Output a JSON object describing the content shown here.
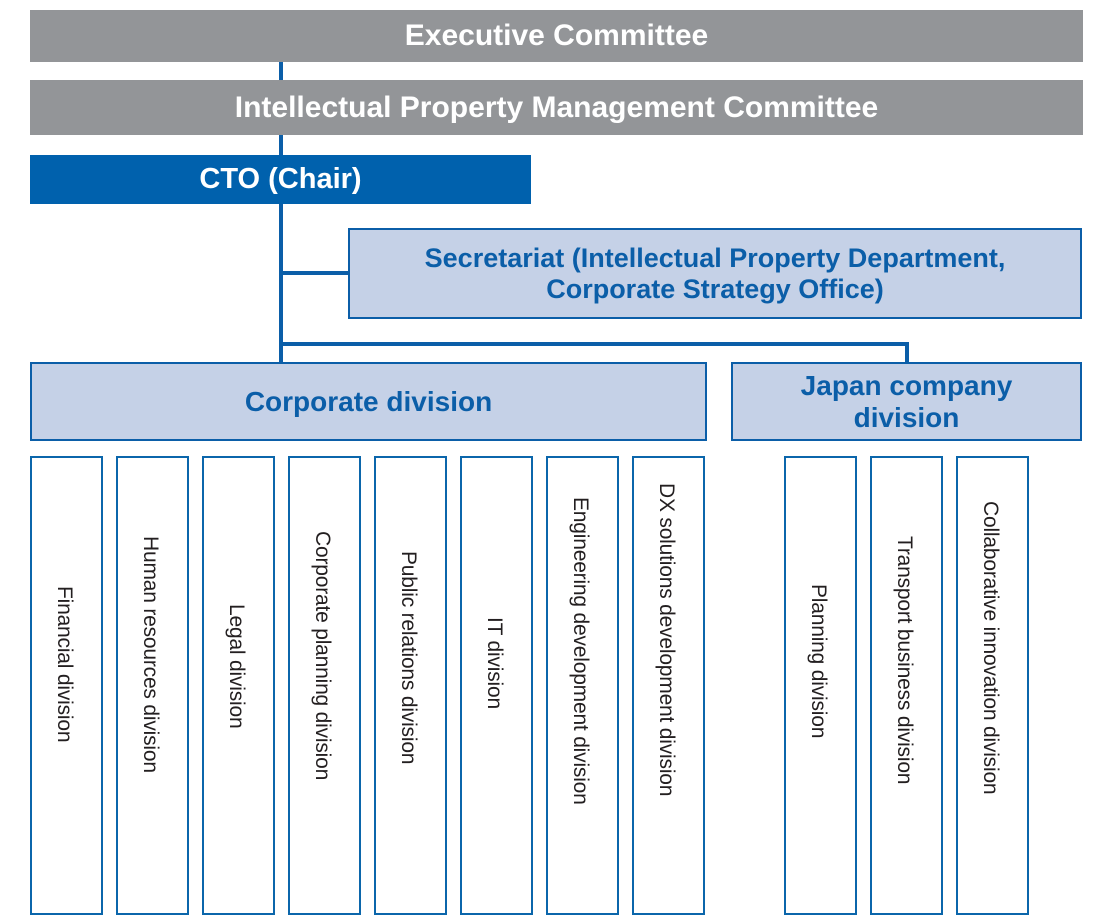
{
  "chart_data": {
    "type": "diagram",
    "title": "Intellectual Property Management Organization Chart",
    "nodes": [
      {
        "id": "executive-committee",
        "label": "Executive Committee",
        "level": 0,
        "style": "gray"
      },
      {
        "id": "ip-management-committee",
        "label": "Intellectual Property Management Committee",
        "level": 1,
        "style": "gray"
      },
      {
        "id": "cto-chair",
        "label": "CTO (Chair)",
        "level": 2,
        "style": "blue"
      },
      {
        "id": "secretariat",
        "label": "Secretariat (Intellectual Property Department, Corporate Strategy Office)",
        "level": 3,
        "style": "light-blue"
      },
      {
        "id": "corporate-division",
        "label": "Corporate division",
        "level": 4,
        "style": "light-blue"
      },
      {
        "id": "japan-company-division",
        "label": "Japan company division",
        "level": 4,
        "style": "light-blue"
      }
    ],
    "edges": [
      {
        "from": "executive-committee",
        "to": "ip-management-committee"
      },
      {
        "from": "ip-management-committee",
        "to": "cto-chair"
      },
      {
        "from": "cto-chair",
        "to": "secretariat"
      },
      {
        "from": "cto-chair",
        "to": "corporate-division"
      },
      {
        "from": "cto-chair",
        "to": "japan-company-division"
      }
    ]
  },
  "colors": {
    "gray": "#939598",
    "blue": "#0061ad",
    "light_blue_fill": "#c5d1e7",
    "border_blue": "#0b5ea8",
    "text_blue": "#0b5ea8",
    "text_white": "#ffffff",
    "text_black": "#231f20"
  },
  "top": {
    "executive_committee": "Executive Committee",
    "ip_management_committee": "Intellectual Property Management Committee",
    "cto_chair": "CTO (Chair)",
    "secretariat_line1": "Secretariat (Intellectual Property Department,",
    "secretariat_line2": "Corporate Strategy Office)"
  },
  "divisions": {
    "corporate": {
      "label": "Corporate division",
      "units": [
        "Financial division",
        "Human resources division",
        "Legal division",
        "Corporate planning division",
        "Public relations division",
        "IT division",
        "Engineering development division",
        "DX solutions development division"
      ]
    },
    "japan": {
      "label_line1": "Japan company",
      "label_line2": "division",
      "label": "Japan company division",
      "units": [
        "Planning division",
        "Transport business division",
        "Collaborative innovation division"
      ]
    }
  }
}
